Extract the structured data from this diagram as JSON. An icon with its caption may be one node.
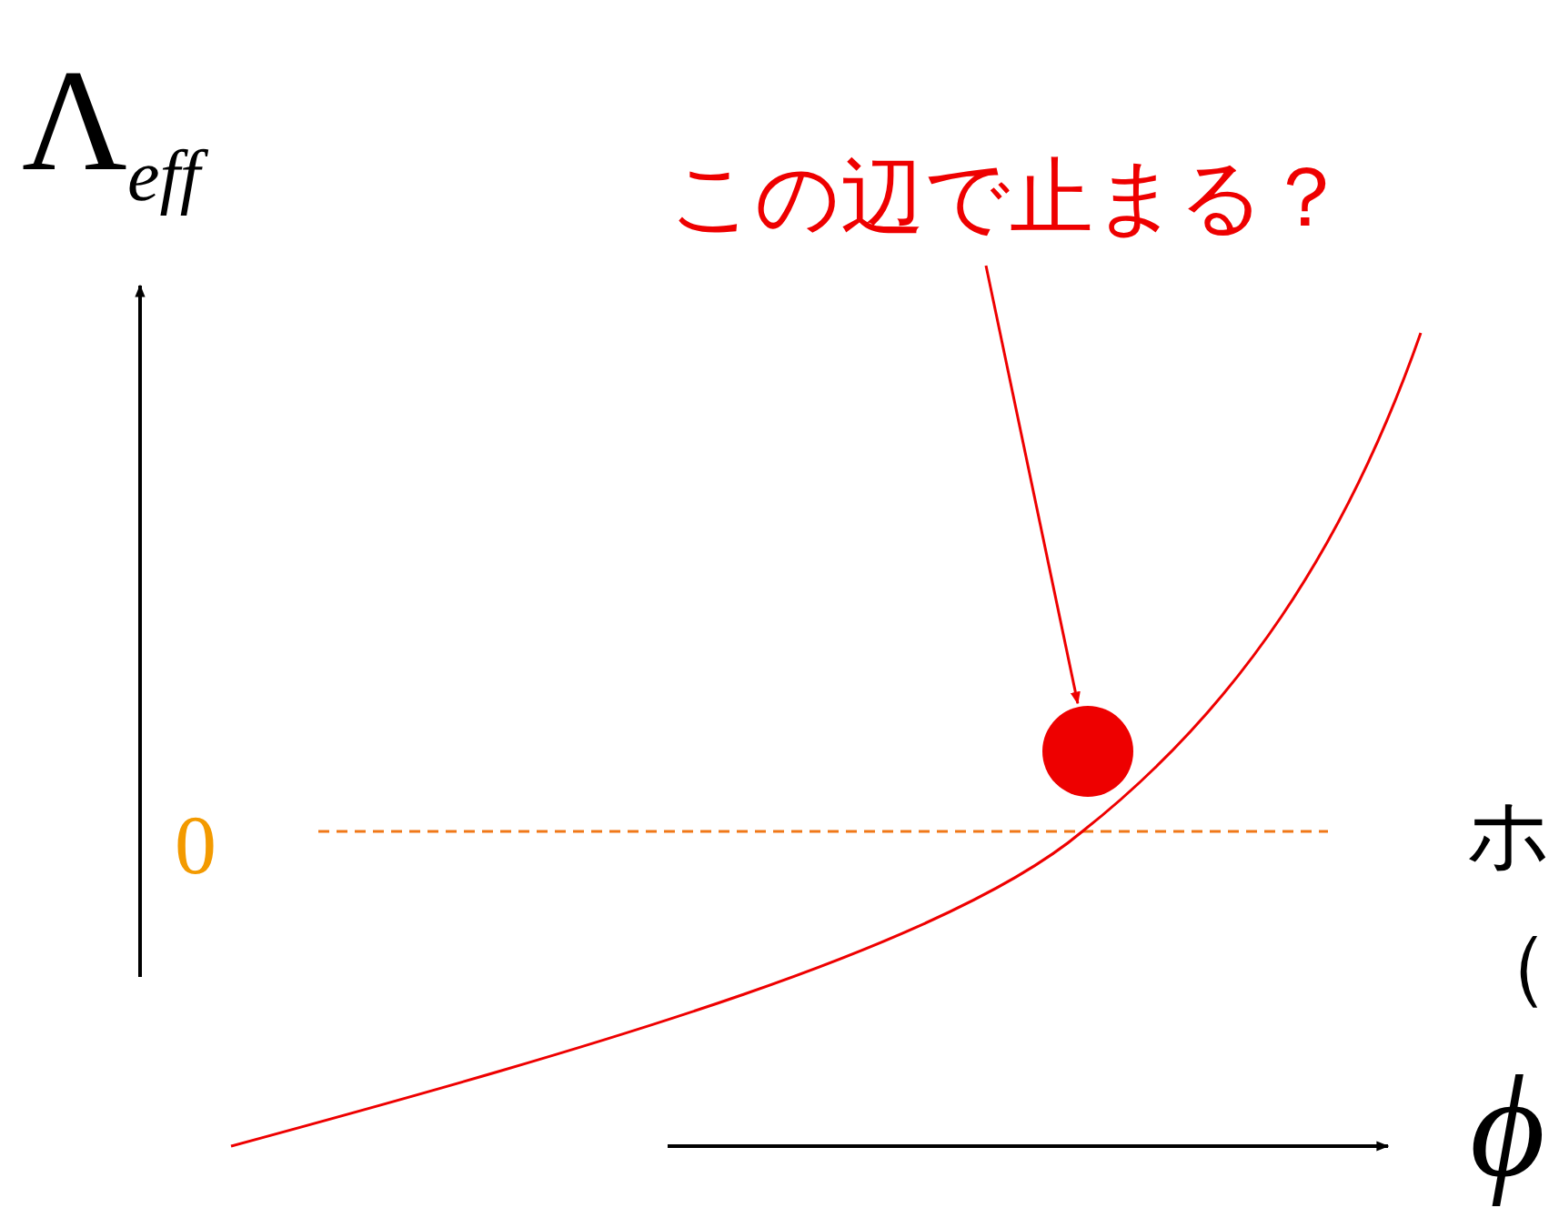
{
  "diagram": {
    "nodes": [
      {
        "text": [
          "この辺で止まる？"
        ]
      },
      {
        "text": [],
        "shape": "circle"
      }
    ],
    "edges": [
      {
        "from": 0,
        "to": 1,
        "arrow": "to"
      }
    ],
    "labels": [
      "Λ$_{eff}$",
      "0",
      "ホ",
      "（",
      "ϕ"
    ]
  }
}
